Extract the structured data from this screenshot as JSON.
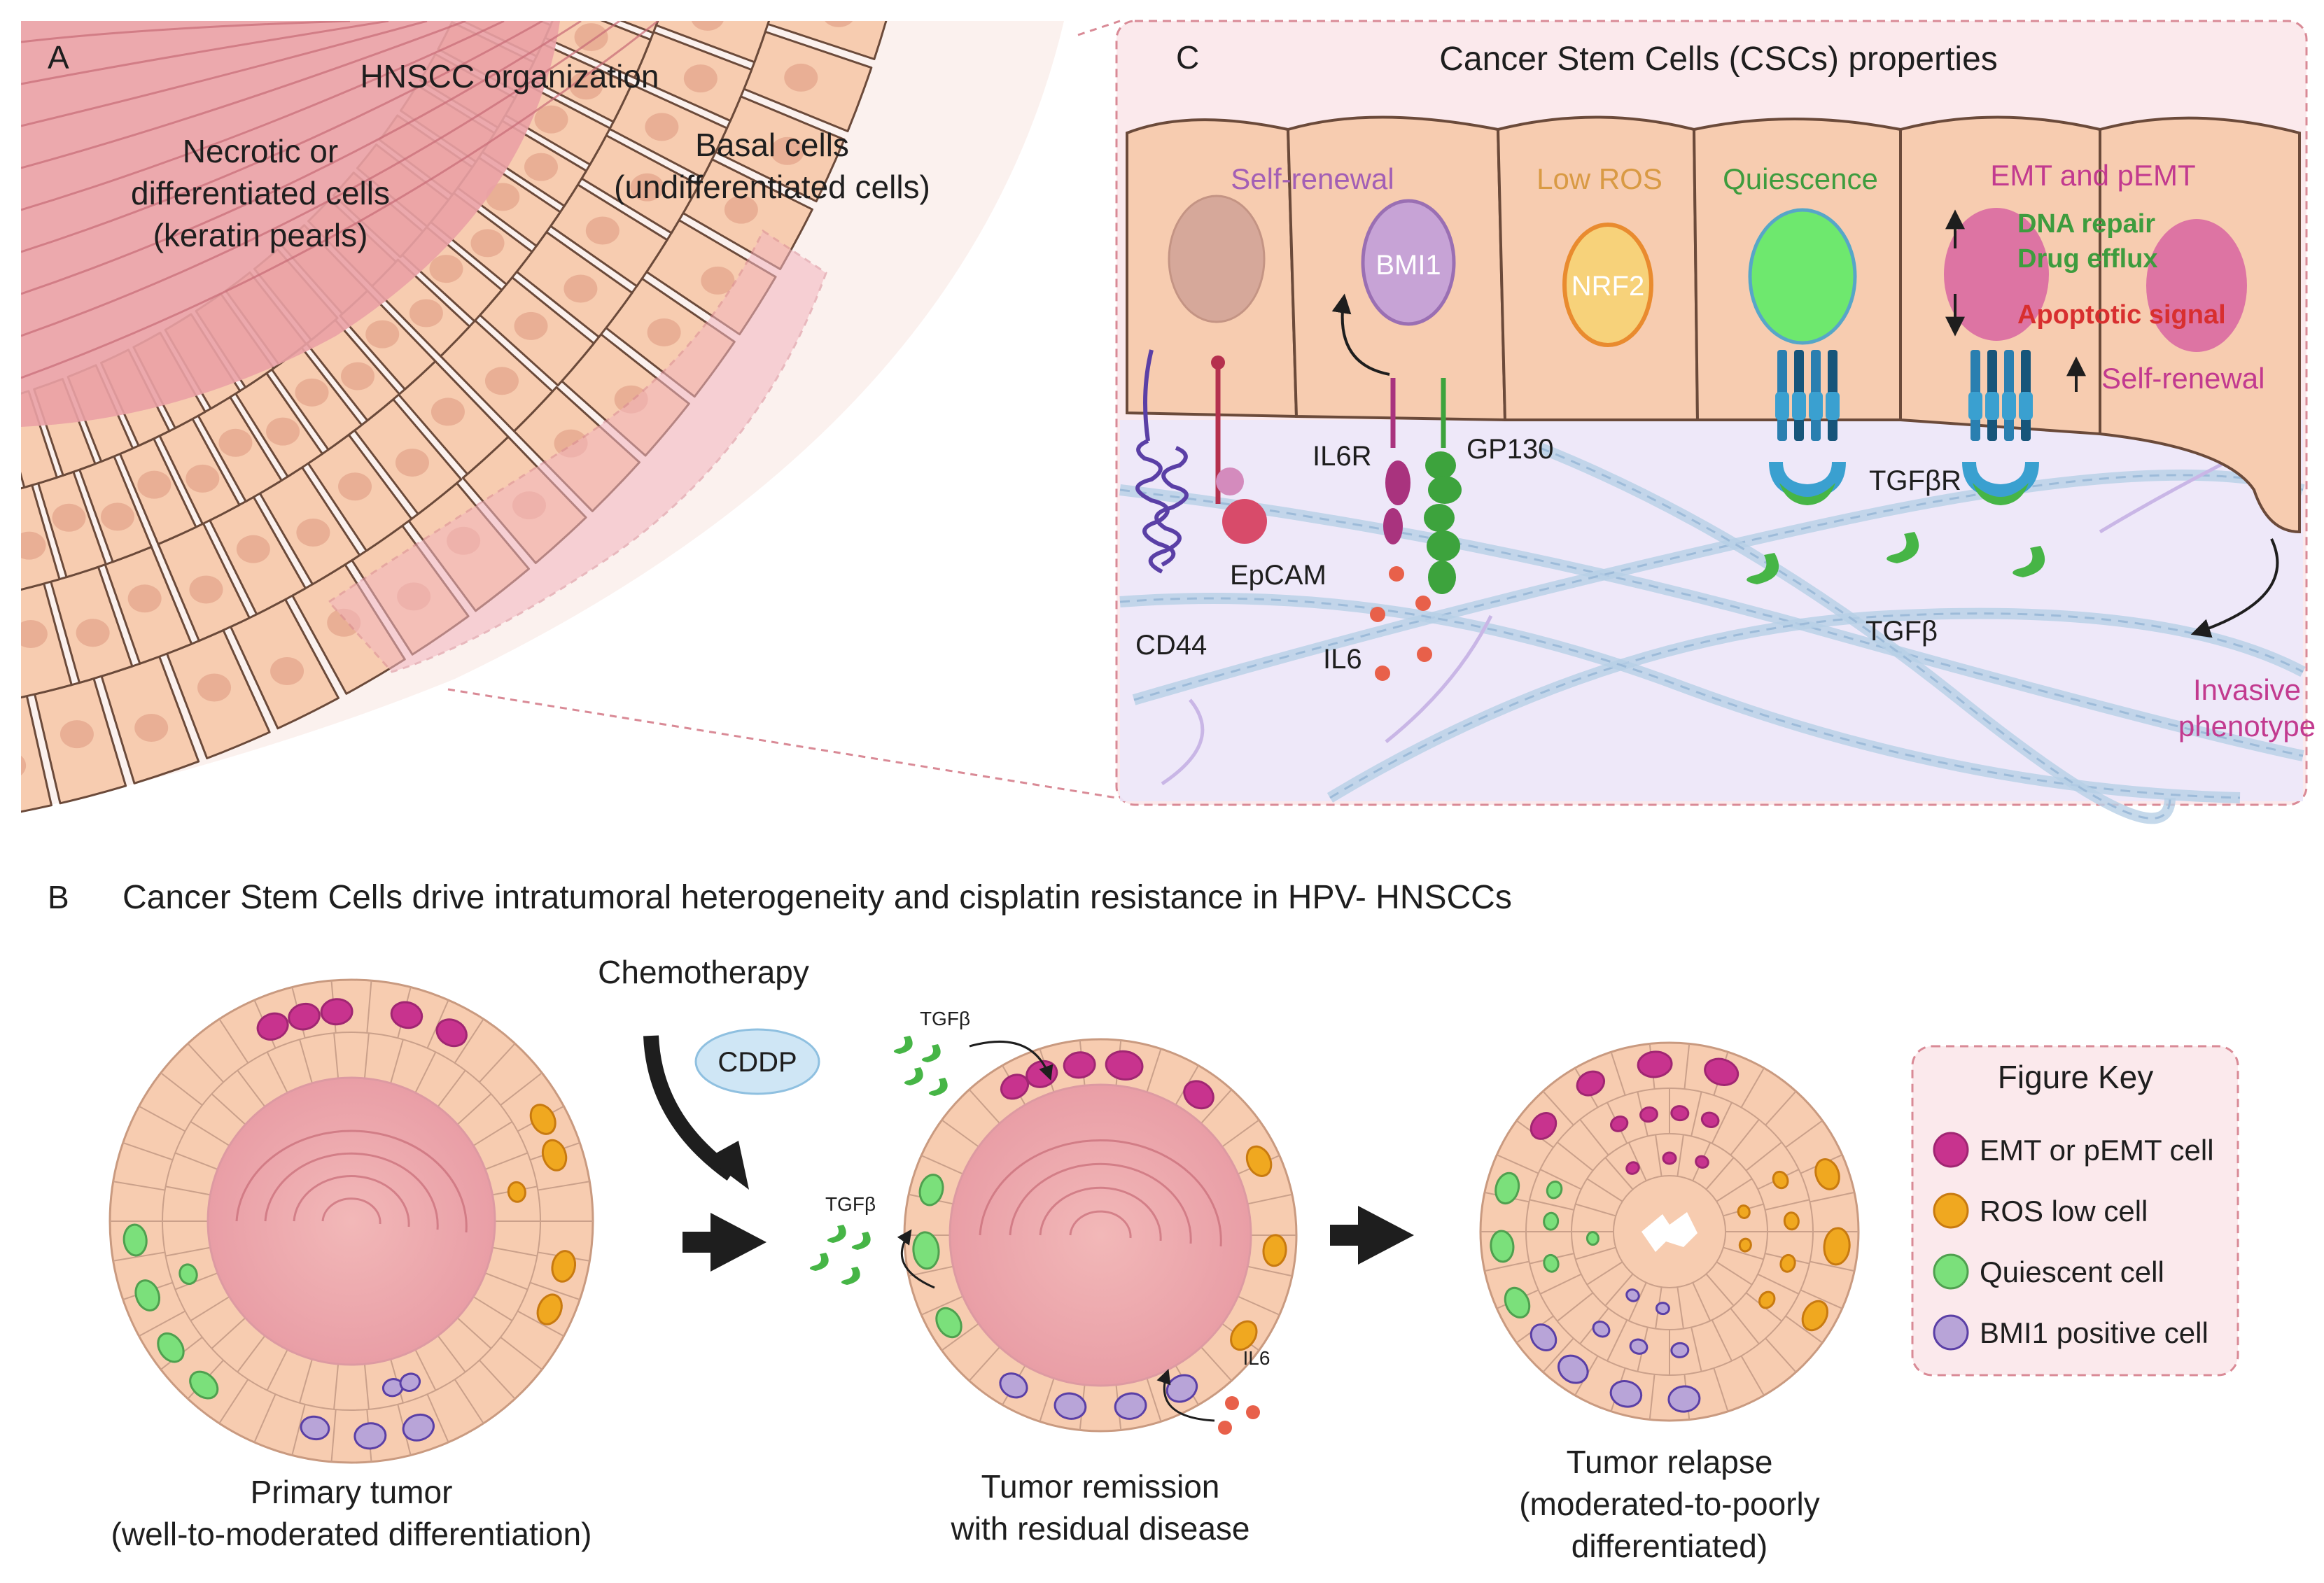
{
  "panel_a": {
    "letter": "A",
    "title": "HNSCC organization",
    "necrotic": [
      "Necrotic or",
      "differentiated cells",
      "(keratin pearls)"
    ],
    "basal": [
      "Basal cells",
      "(undifferentiated cells)"
    ]
  },
  "panel_c": {
    "letter": "C",
    "title": "Cancer Stem Cells (CSCs) properties",
    "props": {
      "self_renewal": "Self-renewal",
      "low_ros": "Low ROS",
      "quiescence": "Quiescence",
      "emt": "EMT and pEMT"
    },
    "nuclei": {
      "bmi1": "BMI1",
      "nrf2": "NRF2"
    },
    "emt_effects": {
      "dna_repair": "DNA repair",
      "drug_efflux": "Drug efflux",
      "apoptotic": "Apoptotic signal",
      "self_renewal": "Self-renewal"
    },
    "molecules": {
      "il6r": "IL6R",
      "gp130": "GP130",
      "epcam": "EpCAM",
      "cd44": "CD44",
      "il6": "IL6",
      "tgfbr": "TGFβR",
      "tgfb": "TGFβ"
    },
    "invasive": [
      "Invasive",
      "phenotype"
    ]
  },
  "panel_b": {
    "letter": "B",
    "title": "Cancer Stem Cells drive intratumoral heterogeneity and cisplatin resistance in HPV- HNSCCs",
    "chemotherapy": "Chemotherapy",
    "cddp": "CDDP",
    "tgfb_small": "TGFβ",
    "il6_small": "IL6",
    "primary": [
      "Primary tumor",
      "(well-to-moderated differentiation)"
    ],
    "remission": [
      "Tumor remission",
      "with residual disease"
    ],
    "relapse": [
      "Tumor relapse",
      "(moderated-to-poorly",
      "differentiated)"
    ]
  },
  "figure_key": {
    "title": "Figure Key",
    "items": [
      {
        "label": "EMT or pEMT cell",
        "color": "#c8338e"
      },
      {
        "label": "ROS low cell",
        "color": "#f0a820"
      },
      {
        "label": "Quiescent cell",
        "color": "#7be07b"
      },
      {
        "label": "BMI1 positive cell",
        "color": "#b8a4d8"
      }
    ]
  },
  "colors": {
    "cell": "#f7ccb0",
    "cell_edge": "#6b4a3a",
    "emt": "#c8338e",
    "ros": "#f0a820",
    "quiescent": "#7be07b",
    "bmi1": "#b8a4d8",
    "tgfb": "#3da33d",
    "il6": "#e8604a"
  }
}
